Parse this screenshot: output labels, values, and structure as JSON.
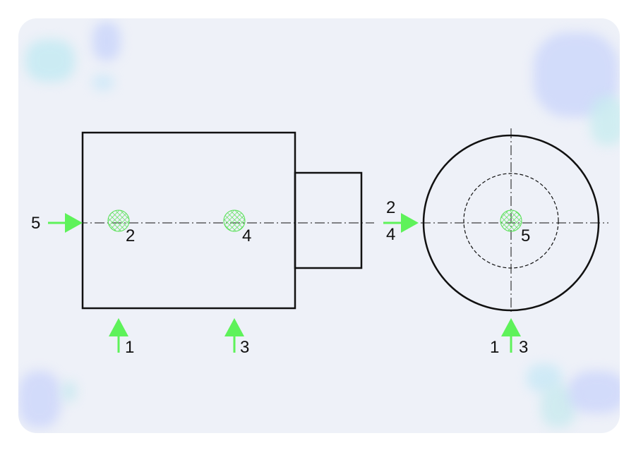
{
  "colors": {
    "outline": "#111111",
    "arrow": "#5ef25a",
    "hatch": "#54e052",
    "background": "#eef1f8"
  },
  "side_view": {
    "locator_label_left": "5",
    "point_labels": [
      "2",
      "4"
    ],
    "bottom_arrow_labels": [
      "1",
      "3"
    ]
  },
  "end_view": {
    "left_arrow_labels": [
      "2",
      "4"
    ],
    "center_label": "5",
    "bottom_arrow_labels": [
      "1",
      "3"
    ]
  }
}
